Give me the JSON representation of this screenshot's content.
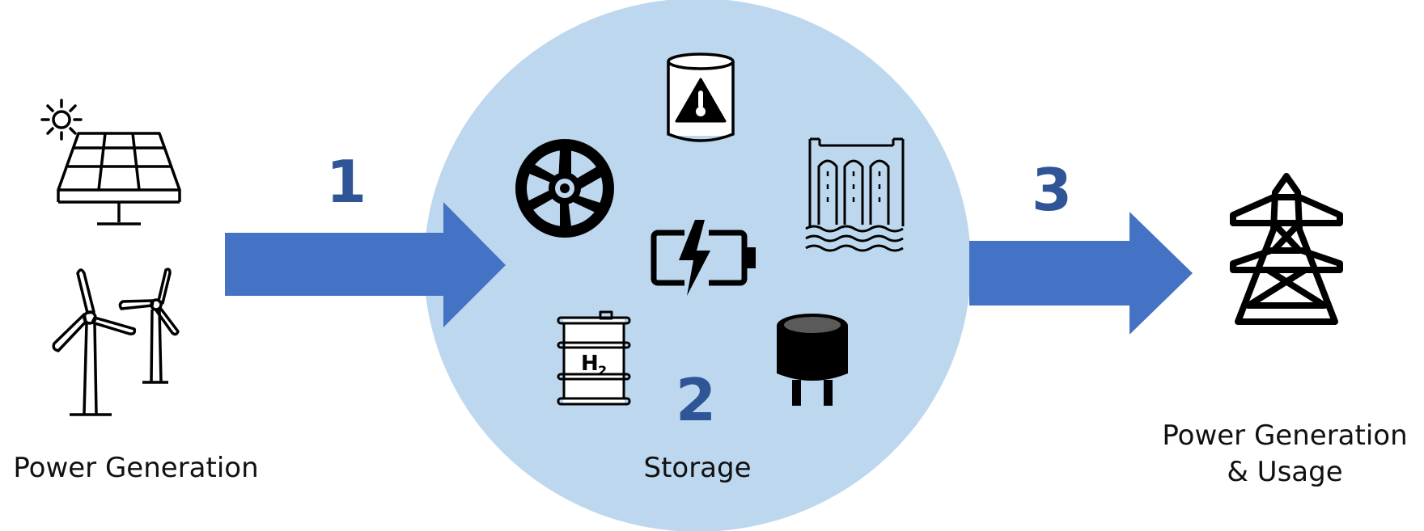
{
  "diagram": {
    "steps": [
      {
        "number": "1",
        "label": "Power Generation"
      },
      {
        "number": "2",
        "label": "Storage"
      },
      {
        "number": "3",
        "label_lines": [
          "Power Generation",
          "& Usage"
        ]
      }
    ],
    "icons": {
      "generation": [
        "sun-icon",
        "solar-panel-icon",
        "wind-turbine-icon",
        "wind-turbine-small-icon"
      ],
      "storage": [
        "flywheel-icon",
        "thermal-tank-icon",
        "hydro-dam-icon",
        "battery-icon",
        "hydrogen-barrel-icon",
        "capacitor-icon"
      ],
      "usage": [
        "transmission-tower-icon"
      ]
    },
    "colors": {
      "arrow": "#4472c4",
      "storage_circle": "#bdd7ee",
      "step_number": "#2f5597",
      "icon": "#000000",
      "text": "#111111"
    }
  }
}
